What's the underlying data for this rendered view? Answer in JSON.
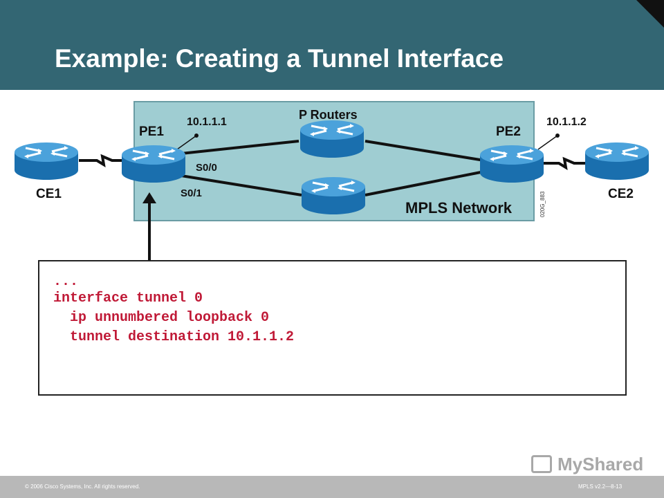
{
  "slide": {
    "title": "Example: Creating a Tunnel Interface"
  },
  "diagram": {
    "labels": {
      "pe1": "PE1",
      "pe2": "PE2",
      "ce1": "CE1",
      "ce2": "CE2",
      "p_routers": "P Routers",
      "ip_pe1": "10.1.1.1",
      "ip_pe2": "10.1.1.2",
      "s00": "S0/0",
      "s01": "S0/1",
      "network": "MPLS Network",
      "figure_id": "020G_883"
    },
    "colors": {
      "network_bg": "#9fcdd2",
      "router_blue": "#1f7fc1",
      "router_top": "#4ba2db"
    }
  },
  "code": {
    "lines": [
      "...",
      "interface tunnel 0",
      "  ip unnumbered loopback 0",
      "  tunnel destination 10.1.1.2"
    ]
  },
  "footer": {
    "copyright": "© 2006 Cisco Systems, Inc. All rights reserved.",
    "course": "MPLS v2.2—8-13"
  },
  "watermark": {
    "text": "MyShared"
  }
}
